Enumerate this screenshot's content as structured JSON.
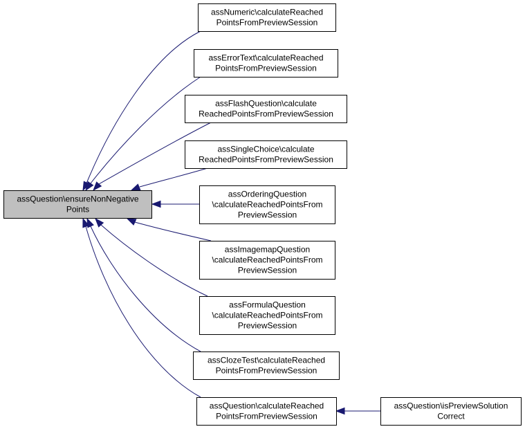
{
  "colors": {
    "edge": "#191970",
    "focus_fill": "#bfbfbf",
    "node_fill": "#ffffff",
    "border": "#000000"
  },
  "nodes": [
    {
      "id": "n0",
      "lines": [
        "assQuestion\\ensureNonNegative",
        "Points"
      ],
      "focus": true
    },
    {
      "id": "n1",
      "lines": [
        "assNumeric\\calculateReached",
        "PointsFromPreviewSession"
      ]
    },
    {
      "id": "n2",
      "lines": [
        "assErrorText\\calculateReached",
        "PointsFromPreviewSession"
      ]
    },
    {
      "id": "n3",
      "lines": [
        "assFlashQuestion\\calculate",
        "ReachedPointsFromPreviewSession"
      ]
    },
    {
      "id": "n4",
      "lines": [
        "assSingleChoice\\calculate",
        "ReachedPointsFromPreviewSession"
      ]
    },
    {
      "id": "n5",
      "lines": [
        "assOrderingQuestion",
        "\\calculateReachedPointsFrom",
        "PreviewSession"
      ]
    },
    {
      "id": "n6",
      "lines": [
        "assImagemapQuestion",
        "\\calculateReachedPointsFrom",
        "PreviewSession"
      ]
    },
    {
      "id": "n7",
      "lines": [
        "assFormulaQuestion",
        "\\calculateReachedPointsFrom",
        "PreviewSession"
      ]
    },
    {
      "id": "n8",
      "lines": [
        "assClozeTest\\calculateReached",
        "PointsFromPreviewSession"
      ]
    },
    {
      "id": "n9",
      "lines": [
        "assQuestion\\calculateReached",
        "PointsFromPreviewSession"
      ]
    },
    {
      "id": "n10",
      "lines": [
        "assQuestion\\isPreviewSolution",
        "Correct"
      ]
    }
  ],
  "edges": [
    {
      "from": "n1",
      "to": "n0"
    },
    {
      "from": "n2",
      "to": "n0"
    },
    {
      "from": "n3",
      "to": "n0"
    },
    {
      "from": "n4",
      "to": "n0"
    },
    {
      "from": "n5",
      "to": "n0"
    },
    {
      "from": "n6",
      "to": "n0"
    },
    {
      "from": "n7",
      "to": "n0"
    },
    {
      "from": "n8",
      "to": "n0"
    },
    {
      "from": "n9",
      "to": "n0"
    },
    {
      "from": "n10",
      "to": "n9"
    }
  ]
}
